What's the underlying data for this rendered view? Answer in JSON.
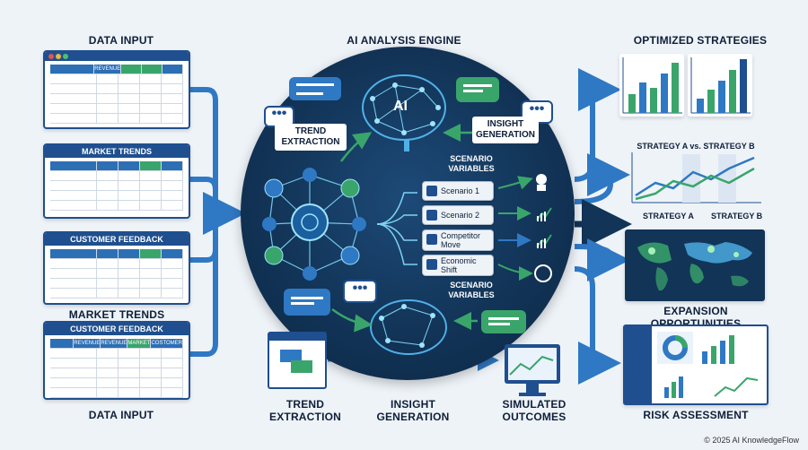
{
  "headers": {
    "data_input_top": "DATA INPUT",
    "engine": "AI ANALYSIS ENGINE",
    "optimized": "OPTIMIZED STRATEGIES",
    "data_input_bottom": "DATA INPUT",
    "expansion": "EXPANSION OPPORTUNITIES",
    "risk": "RISK ASSESSMENT",
    "market_trends_floating": "MARKET TRENDS"
  },
  "left_tables": {
    "t1_col": "REVENUE",
    "t2_title": "MARKET TRENDS",
    "t3_title": "CUSTOMER FEEDBACK",
    "t4_title": "CUSTOMER FEEDBACK",
    "t4_cols": [
      "REVENUE",
      "REVENUE",
      "MARKET",
      "COSTOMER"
    ]
  },
  "engine": {
    "ai_label": "AI",
    "trend_extraction": "TREND\nEXTRACTION",
    "insight_generation": "INSIGHT\nGENERATION",
    "scenario_variables_top": "SCENARIO\nVARIABLES",
    "scenario_variables_bottom": "SCENARIO\nVARIABLES",
    "scenarios": [
      "Scenario 1",
      "Scenario 2",
      "Competitor\nMove",
      "Economic\nShift"
    ]
  },
  "bottom_labels": {
    "trend_extraction": "TREND\nEXTRACTION",
    "insight_generation": "INSIGHT\nGENERATION",
    "simulated_outcomes": "SIMULATED\nOUTCOMES"
  },
  "right": {
    "strategy_compare": "STRATEGY A vs. STRATEGY B",
    "strategy_a": "STRATEGY A",
    "strategy_b": "STRATEGY B"
  },
  "footer": "© 2025 AI KnowledgeFlow",
  "colors": {
    "navy": "#123457",
    "blue": "#2f78c4",
    "green": "#3aa56b",
    "dark": "#0f1f3a"
  }
}
